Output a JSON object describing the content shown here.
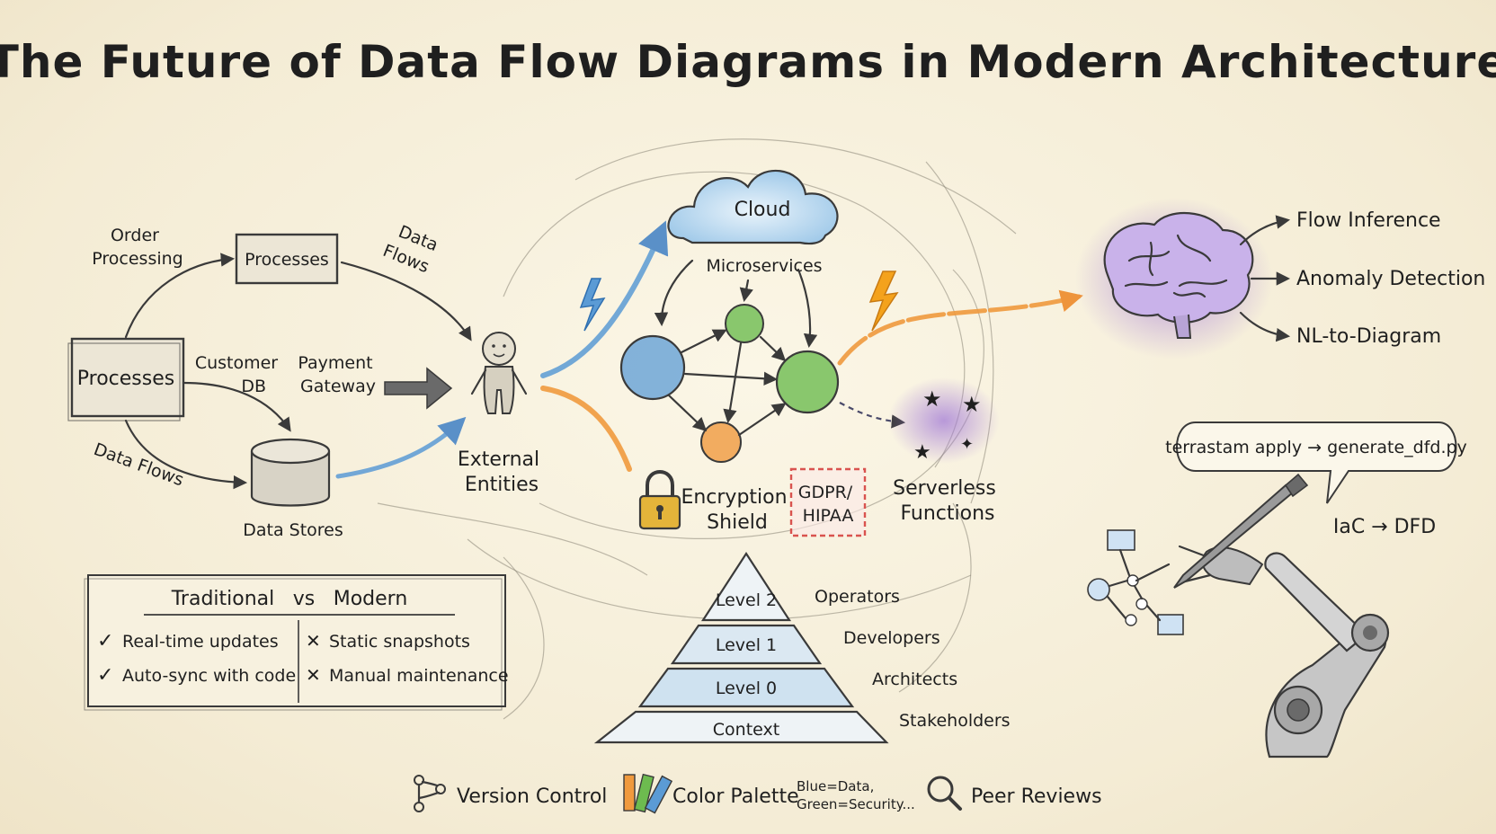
{
  "title": "The Future of Data Flow Diagrams in Modern Architecture",
  "legacy": {
    "process_main": "Processes",
    "process_top": "Processes",
    "order_processing": [
      "Order",
      "Processing"
    ],
    "data_flows_top": [
      "Data",
      "Flows"
    ],
    "customer_db": [
      "Customer",
      "DB"
    ],
    "payment_gateway": [
      "Payment",
      "Gateway"
    ],
    "data_flows_bottom": "Data Flows",
    "data_stores": "Data Stores",
    "external_entities": [
      "External",
      "Entities"
    ]
  },
  "cloud": {
    "label": "Cloud",
    "microservices": "Microservices"
  },
  "security": {
    "encryption": [
      "Encryption",
      "Shield"
    ],
    "compliance": [
      "GDPR/",
      "HIPAA"
    ]
  },
  "serverless": [
    "Serverless",
    "Functions"
  ],
  "ai": {
    "outputs": [
      "Flow Inference",
      "Anomaly Detection",
      "NL-to-Diagram"
    ]
  },
  "iac": {
    "command": "terrastam apply → generate_dfd.py",
    "label": "IaC → DFD"
  },
  "comparison": {
    "title_left": "Traditional",
    "title_mid": "vs",
    "title_right": "Modern",
    "modern": [
      "Real-time updates",
      "Auto-sync with code"
    ],
    "traditional": [
      "Static snapshots",
      "Manual maintenance"
    ],
    "check_mark": "✓",
    "x_mark": "✕"
  },
  "pyramid": {
    "levels": [
      {
        "level": "Level 2",
        "audience": "Operators"
      },
      {
        "level": "Level 1",
        "audience": "Developers"
      },
      {
        "level": "Level 0",
        "audience": "Architects"
      },
      {
        "level": "Context",
        "audience": "Stakeholders"
      }
    ]
  },
  "footer": {
    "version_control": "Version Control",
    "color_palette": "Color Palette",
    "palette_note": [
      "Blue=Data,",
      "Green=Security..."
    ],
    "peer_reviews": "Peer Reviews"
  },
  "colors": {
    "blue": "#5b9bd5",
    "green": "#6dbb4f",
    "orange": "#f09a3e",
    "purple": "#a27ad6",
    "red_dash": "#d9534f",
    "pencil": "#3a3a3a"
  }
}
